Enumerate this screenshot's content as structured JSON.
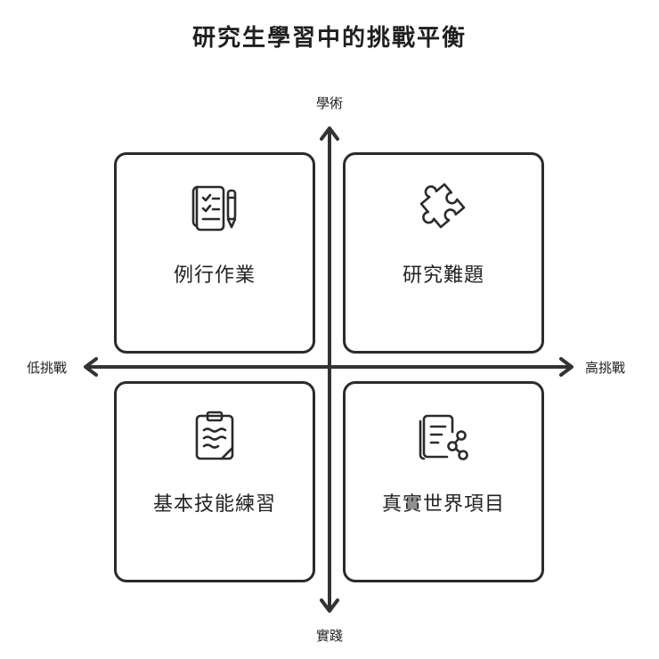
{
  "title": "研究生學習中的挑戰平衡",
  "axes": {
    "top": "學術",
    "bottom": "實踐",
    "left": "低挑戰",
    "right": "高挑戰"
  },
  "quadrants": [
    {
      "position": "top-left",
      "label": "例行作業",
      "icon": "notepad-pen-icon"
    },
    {
      "position": "top-right",
      "label": "研究難題",
      "icon": "puzzle-piece-icon"
    },
    {
      "position": "bottom-left",
      "label": "基本技能練習",
      "icon": "clipboard-icon"
    },
    {
      "position": "bottom-right",
      "label": "真實世界項目",
      "icon": "document-share-icon"
    }
  ]
}
